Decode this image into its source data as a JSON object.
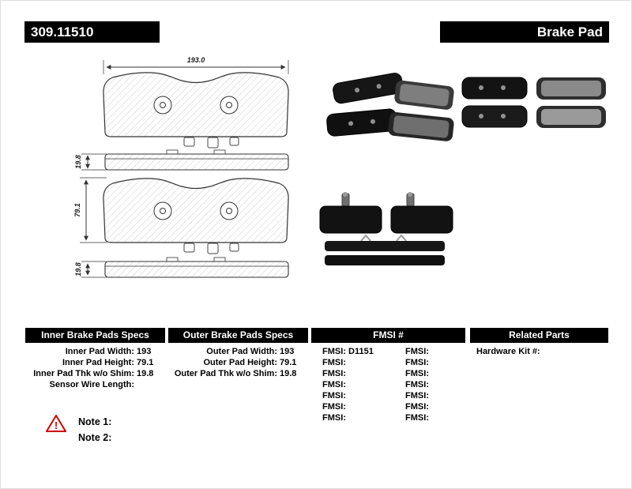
{
  "header": {
    "part_number": "309.11510",
    "product_type": "Brake Pad"
  },
  "drawing": {
    "width_dim": "193.0",
    "thickness_dim_top": "19.8",
    "height_dim": "79.1",
    "thickness_dim_bottom": "19.8"
  },
  "tables": {
    "inner": {
      "title": "Inner Brake Pads Specs",
      "rows": [
        {
          "label": "Inner Pad Width:",
          "value": "193"
        },
        {
          "label": "Inner Pad Height:",
          "value": "79.1"
        },
        {
          "label": "Inner Pad Thk w/o Shim:",
          "value": "19.8"
        },
        {
          "label": "Sensor Wire Length:",
          "value": ""
        }
      ]
    },
    "outer": {
      "title": "Outer Brake Pads Specs",
      "rows": [
        {
          "label": "Outer Pad Width:",
          "value": "193"
        },
        {
          "label": "Outer Pad Height:",
          "value": "79.1"
        },
        {
          "label": "Outer Pad Thk w/o Shim:",
          "value": "19.8"
        }
      ]
    },
    "fmsi": {
      "title": "FMSI #",
      "rows": [
        {
          "l_label": "FMSI:",
          "l_value": "D1151",
          "r_label": "FMSI:",
          "r_value": ""
        },
        {
          "l_label": "FMSI:",
          "l_value": "",
          "r_label": "FMSI:",
          "r_value": ""
        },
        {
          "l_label": "FMSI:",
          "l_value": "",
          "r_label": "FMSI:",
          "r_value": ""
        },
        {
          "l_label": "FMSI:",
          "l_value": "",
          "r_label": "FMSI:",
          "r_value": ""
        },
        {
          "l_label": "FMSI:",
          "l_value": "",
          "r_label": "FMSI:",
          "r_value": ""
        },
        {
          "l_label": "FMSI:",
          "l_value": "",
          "r_label": "FMSI:",
          "r_value": ""
        },
        {
          "l_label": "FMSI:",
          "l_value": "",
          "r_label": "FMSI:",
          "r_value": ""
        }
      ]
    },
    "related": {
      "title": "Related Parts",
      "rows": [
        {
          "label": "Hardware Kit #:",
          "value": ""
        }
      ]
    }
  },
  "notes": [
    {
      "label": "Note 1:"
    },
    {
      "label": "Note 2:"
    }
  ],
  "colors": {
    "header_bg": "#000000",
    "warning_red": "#cc0000"
  }
}
